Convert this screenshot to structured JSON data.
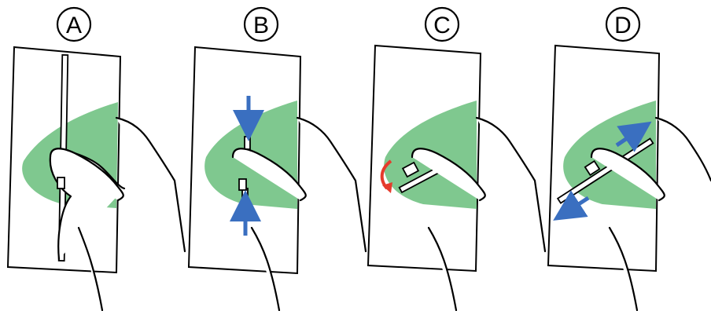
{
  "figure": {
    "panels": [
      {
        "id": "A",
        "label": "A",
        "gesture": "slider-vertical"
      },
      {
        "id": "B",
        "label": "B",
        "gesture": "squeeze"
      },
      {
        "id": "C",
        "label": "C",
        "gesture": "rotate"
      },
      {
        "id": "D",
        "label": "D",
        "gesture": "slide-diagonal"
      }
    ],
    "colors": {
      "thumb_zone": "#7fc88f",
      "arrow_blue": "#3a6fc0",
      "arrow_red": "#e53b2c",
      "outline": "#000000"
    },
    "icons": [
      "blue-arrow-icon",
      "red-curved-arrow-icon"
    ]
  }
}
